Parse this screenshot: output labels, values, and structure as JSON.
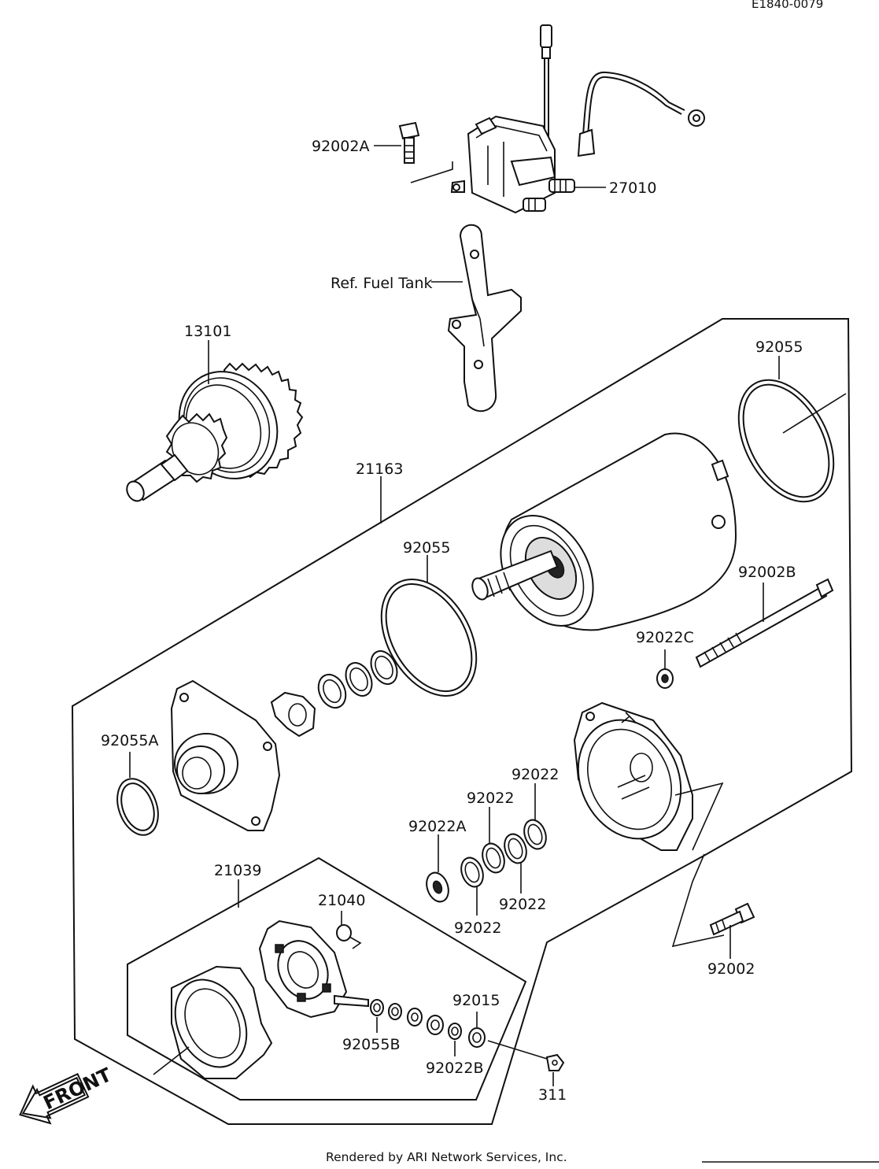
{
  "figure_code": "E1840-0079",
  "footer": "Rendered by ARI Network Services, Inc.",
  "front_marker": "FRONT",
  "parts": {
    "p92002A": "92002A",
    "p27010": "27010",
    "ref_fuel_tank": "Ref. Fuel Tank",
    "p13101": "13101",
    "p92055_top": "92055",
    "p21163": "21163",
    "p92055_mid": "92055",
    "p92002B": "92002B",
    "p92022C": "92022C",
    "p92055A": "92055A",
    "p92022_a": "92022",
    "p92022_b": "92022",
    "p92022A": "92022A",
    "p92022_c": "92022",
    "p92022_d": "92022",
    "p21039": "21039",
    "p21040": "21040",
    "p92002": "92002",
    "p92015": "92015",
    "p92055B": "92055B",
    "p92022B": "92022B",
    "p311": "311"
  }
}
